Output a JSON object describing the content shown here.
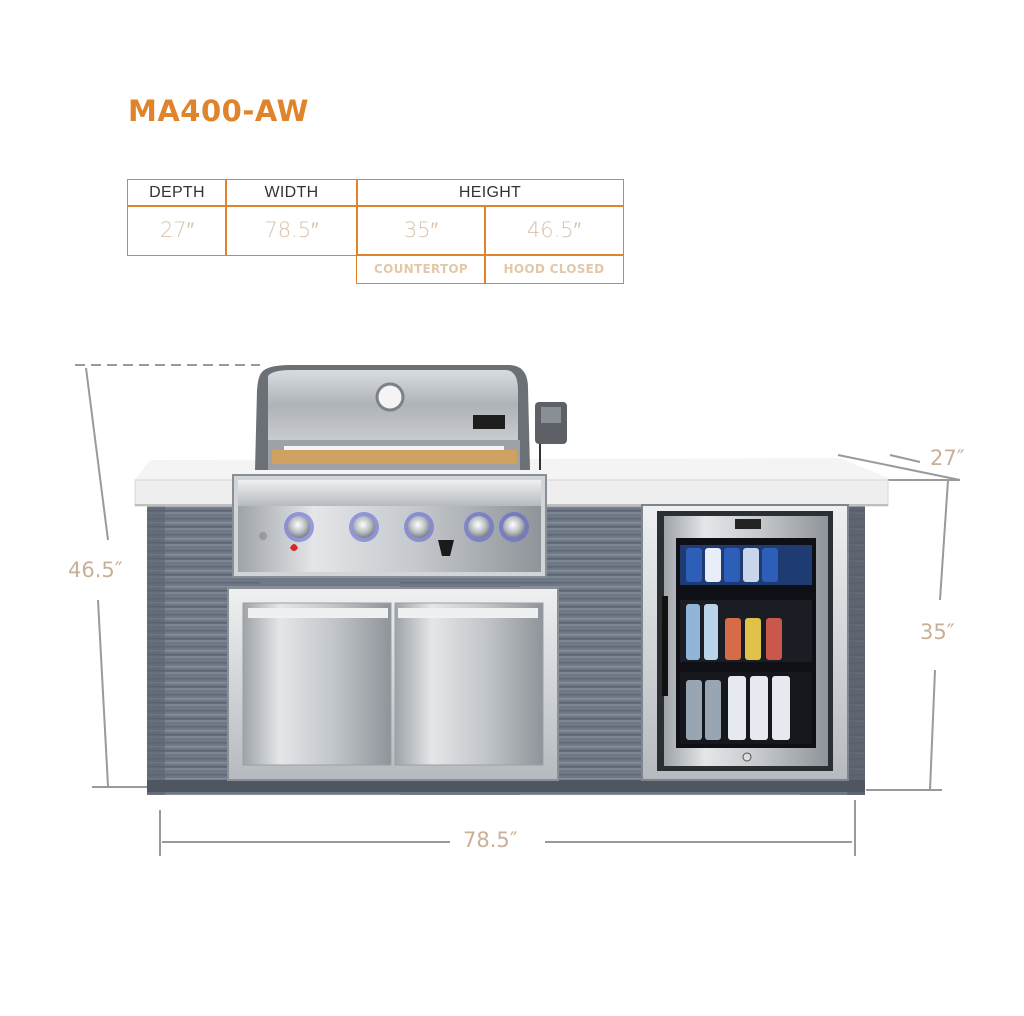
{
  "title": "MA400-AW",
  "spec_table": {
    "headers": {
      "depth": "DEPTH",
      "width": "WIDTH",
      "height": "HEIGHT"
    },
    "values": {
      "depth": "27″",
      "width": "78.5″",
      "countertop": "35″",
      "hood_closed": "46.5″"
    },
    "subheaders": {
      "countertop": "COUNTERTOP",
      "hood_closed": "HOOD CLOSED"
    }
  },
  "dimensions": {
    "overall_height": "46.5″",
    "counter_height": "35″",
    "depth": "27″",
    "width": "78.5″"
  },
  "colors": {
    "accent": "#e0842b",
    "dimension_text": "#c8b096",
    "cabinet": "#6e7785",
    "countertop": "#f2f2f2",
    "steel": "#c9ccd0"
  }
}
